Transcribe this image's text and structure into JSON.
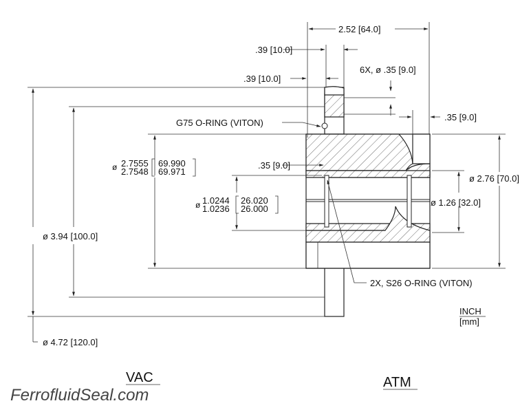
{
  "dimensions": {
    "overall_length": "2.52 [64.0]",
    "flange_thickness": ".39 [10.0]",
    "flange_offset": ".39 [10.0]",
    "bolt_holes": "6X, ø .35 [9.0]",
    "atm_groove": ".35 [9.0]",
    "oring_groove": ".35 [9.0]",
    "pilot_dia_in_top": "2.7555",
    "pilot_dia_in_bot": "2.7548",
    "pilot_dia_mm_top": "69.990",
    "pilot_dia_mm_bot": "69.971",
    "bore_dia_in_top": "1.0244",
    "bore_dia_in_bot": "1.0236",
    "bore_dia_mm_top": "26.020",
    "bore_dia_mm_bot": "26.000",
    "housing_dia": "ø 2.76 [70.0]",
    "shaft_dia": "ø 1.26 [32.0]",
    "bolt_circle_dia": "ø 3.94 [100.0]",
    "flange_dia": "ø 4.72 [120.0]",
    "dia_symbol": "ø"
  },
  "callouts": {
    "g75_oring": "G75 O-RING (VITON)",
    "s26_oring": "2X, S26 O-RING (VITON)"
  },
  "units": {
    "primary": "INCH",
    "secondary": "[mm]"
  },
  "sides": {
    "vac": "VAC",
    "atm": "ATM"
  },
  "brand": "FerrofluidSeal.com"
}
